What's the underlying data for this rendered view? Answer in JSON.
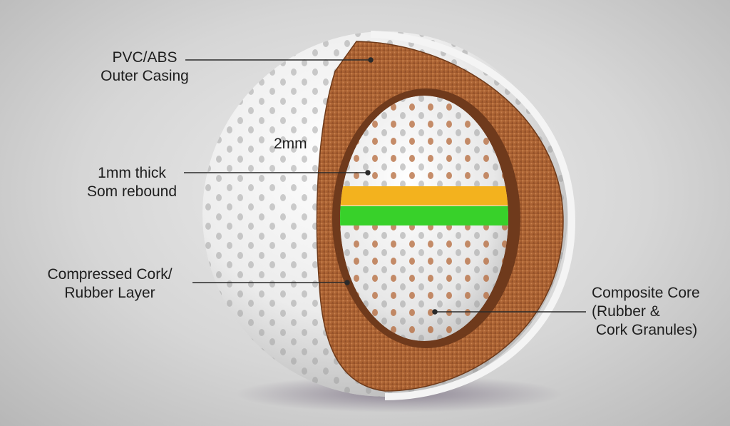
{
  "callouts": {
    "outer_casing": {
      "line1": "PVC/ABS",
      "line2": "Outer Casing"
    },
    "measurement": {
      "text": "2mm"
    },
    "rebound": {
      "line1": "1mm thick",
      "line2": "Som rebound"
    },
    "cork_layer": {
      "line1": "Compressed Cork/",
      "line2": "Rubber Layer"
    },
    "core": {
      "line1": "Composite Core",
      "line2": "(Rubber &",
      "line3": " Cork Granules)"
    }
  },
  "colors": {
    "background": "#d9d9d9",
    "shell_white": "#f4f4f4",
    "cork": "#b46a3a",
    "cork_dark": "#8a4a24",
    "band_yellow": "#f3b21e",
    "band_green": "#38d12a",
    "leader_line": "#2a2a2a"
  }
}
